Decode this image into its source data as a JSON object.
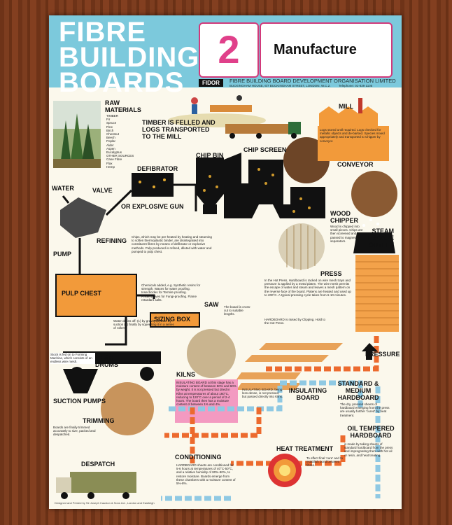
{
  "title_lines": [
    "FIBRE",
    "BUILDING",
    "BOARDS"
  ],
  "number": "2",
  "subject": "Manufacture",
  "org": {
    "logo": "FIDOR",
    "name": "FIBRE BUILDING BOARD DEVELOPMENT ORGANISATION LIMITED",
    "address": "BUCKINGHAM HOUSE, 6/7 BUCKINGHAM STREET, LONDON, W.C.2.",
    "telephone": "Telephone: 01-839 1105"
  },
  "labels": {
    "raw_materials": "RAW MATERIALS",
    "timber_felled": "TIMBER IS FELLED AND LOGS TRANSPORTED TO THE MILL",
    "mill": "MILL",
    "conveyor": "CONVEYOR",
    "chip_bin": "CHIP BIN",
    "chip_screen": "CHIP SCREEN",
    "defibrator": "DEFIBRATOR",
    "explosive_gun": "OR EXPLOSIVE GUN",
    "water": "WATER",
    "valve": "VALVE",
    "wood_chipper": "WOOD CHIPPER",
    "steam_outlet": "STEAM ESCAPE OUTLET",
    "refining": "REFINING",
    "pump": "PUMP",
    "pulp_chest": "PULP CHEST",
    "sizing_box": "SIZING BOX",
    "saw": "SAW",
    "press": "PRESS",
    "mesh_drums": "MESH DRUMS",
    "suction_pumps": "SUCTION PUMPS",
    "pressure": "PRESSURE",
    "kilns": "KILNS",
    "insulating_board": "INSULATING BOARD",
    "standard_hardboard": "STANDARD & MEDIUM HARDBOARD",
    "trimming": "TRIMMING",
    "oil_tempered": "OIL TEMPERED HARDBOARD",
    "conditioning": "CONDITIONING",
    "heat_treatment": "HEAT TREATMENT",
    "despatch": "DESPATCH"
  },
  "timber_list": [
    "TIMBER",
    "Fir",
    "Spruce",
    "Pine",
    "Birch",
    "Chestnut",
    "Beech",
    "Poplar",
    "Alder",
    "Aspen",
    "Eucalyptus"
  ],
  "other_sources": [
    "OTHER SOURCES",
    "Cane Fibre",
    "Flax",
    "Hemp"
  ],
  "texts": {
    "mill": "Logs stored until required. Logs checked for metallic objects and de-barked. Species mixed appropriately and transported to Chipper by conveyor.",
    "wood_chipper": "Wood is chipped into small pieces. Chips are then screened and passed to magnetic separators.",
    "refining": "Chips, which may be pre-heated by heating and steaming to soften thermoplastic binder, are disintegrated into constituent fibres by means of defibrator or explosive methods. Pulp produced is refined, diluted with water and pumped to pulp chest.",
    "sizing": "Chemicals added, e.g. Synthetic resins for strength. Waxes for water proofing. Insecticides for Termite proofing. Preservatives for Fungi-proofing. Flame retardant salts.",
    "saw": "The board is cross-cut to suitable lengths.",
    "press": "In the Hot Press, Hardboard is racked on wire mesh trays and pressure is applied by a metal platen. The wire mesh permits the escape of water and steam and leaves a mesh pattern on the reverse face of the board. Platens are heated and used up to 200°C. A typical pressing cycle takes from 6-10 minutes.",
    "hardboard_racked": "HARDBOARD is raised by Clipping. Hold to the Hot Press.",
    "drums": "Water drains off: (1) by gravity (2) then by suction (3) finally by squeezing it in a series of rollers.",
    "forming": "Stock is fed on to Forming Machine, which consists of an endless wire mesh.",
    "insulating_kiln": "INSULATING BOARD at this stage has a moisture content of between 50% and 60% by weight. It is not pressed but dried in Kilns at temperatures of about 160°C, reducing to 120°C over a period of 2-4 hours. The board then has a moisture content of between 1% and 4%.",
    "insulating_note": "INSULATING BOARD, being less dense, is not pressed, but passed directly into Kilns.",
    "standard": "The dry, pressed sheets of hardboard emerging from the press are usually further 'cured' by heat treatment.",
    "oil": "is made by taking sheets of standard hardboard from the press and impregnating them with hot oil or resin, and heat treating.",
    "conditioning": "HARDBOARD sheets are conditioned for 5-6 hours at temperatures of 40°C-50°C, and a relative humidity of 80%-90%, to restore moisture. Boards emerge from these chambers with a moisture content of 5%-8%.",
    "heat": "To effect final 'cure' and to establish bond between fibres.",
    "trimming": "Boards are finally trimmed accurately to size, packed and despatched.",
    "footer": "Designed and Printed by Sir Joseph Causton & Sons Ltd., London and Eastleigh"
  },
  "colors": {
    "header": "#7cc9dc",
    "orange": "#f29a3a",
    "pink": "#e0408a",
    "arrow_orange": "#ec6a2e",
    "arrow_blue": "#8fc9e3",
    "black": "#111111"
  }
}
